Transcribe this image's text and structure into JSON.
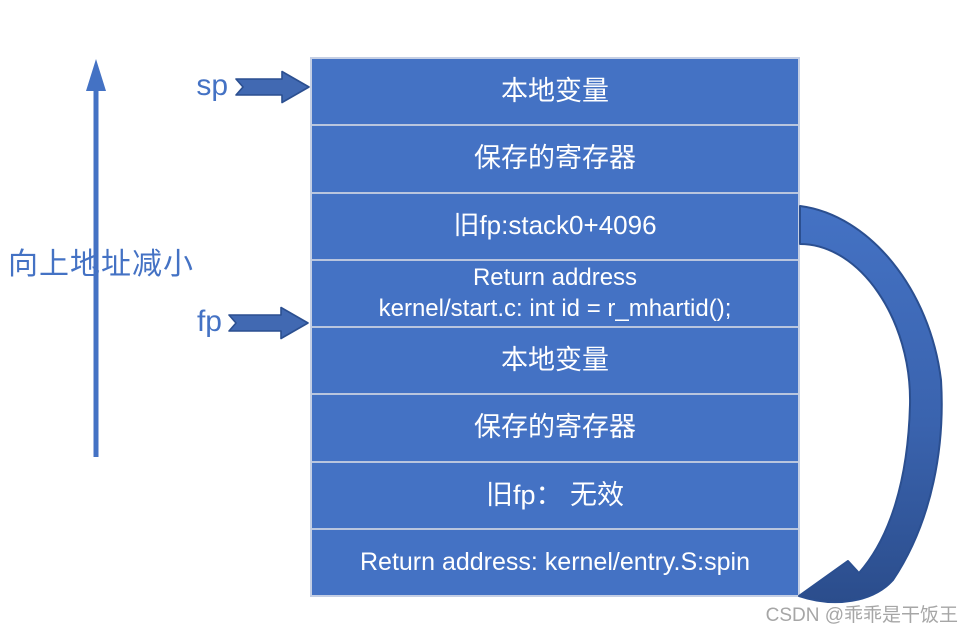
{
  "diagram": {
    "axis_label": "向上地址减小",
    "pointers": {
      "sp": "sp",
      "fp": "fp"
    },
    "stack": {
      "rows": [
        {
          "label": "本地变量"
        },
        {
          "label": "保存的寄存器"
        },
        {
          "label": "旧fp:stack0+4096"
        },
        {
          "label": "Return address",
          "label2": "kernel/start.c: int id = r_mhartid();"
        },
        {
          "label": "本地变量"
        },
        {
          "label": "保存的寄存器"
        },
        {
          "label": "旧fp： 无效"
        },
        {
          "label": "Return address: kernel/entry.S:spin"
        }
      ]
    },
    "icons": {
      "up_arrow": "up-arrow-icon",
      "sp_arrow": "right-block-arrow-icon",
      "fp_arrow": "right-block-arrow-icon",
      "curved_arrow": "curved-return-arrow-icon"
    },
    "colors": {
      "box_fill": "#4472C4",
      "divider": "#B9C5DE",
      "arrow_dark": "#2E5395",
      "label_blue": "#4472C4",
      "box_text": "#FFFFFF",
      "watermark_gray": "#A6A6A6"
    },
    "watermark": "CSDN @乖乖是干饭王"
  }
}
